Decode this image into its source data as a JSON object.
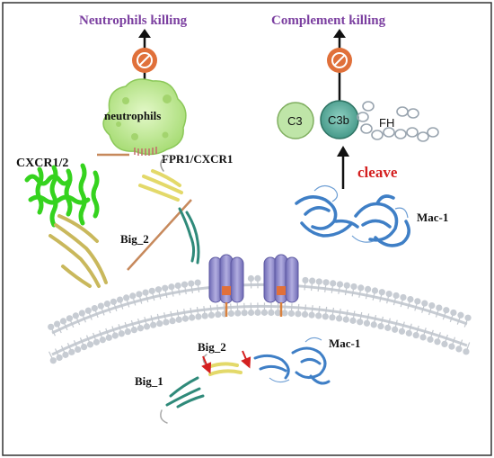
{
  "labels": {
    "neutrophils_killing": "Neutrophils killing",
    "complement_killing": "Complement killing",
    "neutrophils": "neutrophils",
    "fpr1_cxcr1": "FPR1/CXCR1",
    "cxcr1_2": "CXCR1/2",
    "big2_upper": "Big_2",
    "cleave": "cleave",
    "c3": "C3",
    "c3b": "C3b",
    "fh": "FH",
    "mac1_upper": "Mac-1",
    "mac1_lower": "Mac-1",
    "big2_lower": "Big_2",
    "big1": "Big_1"
  },
  "colors": {
    "title_purple": "#7b3fa0",
    "cleave_red": "#d42020",
    "block_orange": "#e0703a",
    "neutrophil_green": "#c6ec9a",
    "c3_green": "#bfe5a8",
    "c3b_teal": "#5aa99a",
    "membrane_grey": "#c7ccd3",
    "channel_purple": "#8d88c8",
    "helix_green": "#35d31e",
    "sheet_yellow": "#e3d96a",
    "protein_blue": "#3f7fc6"
  }
}
